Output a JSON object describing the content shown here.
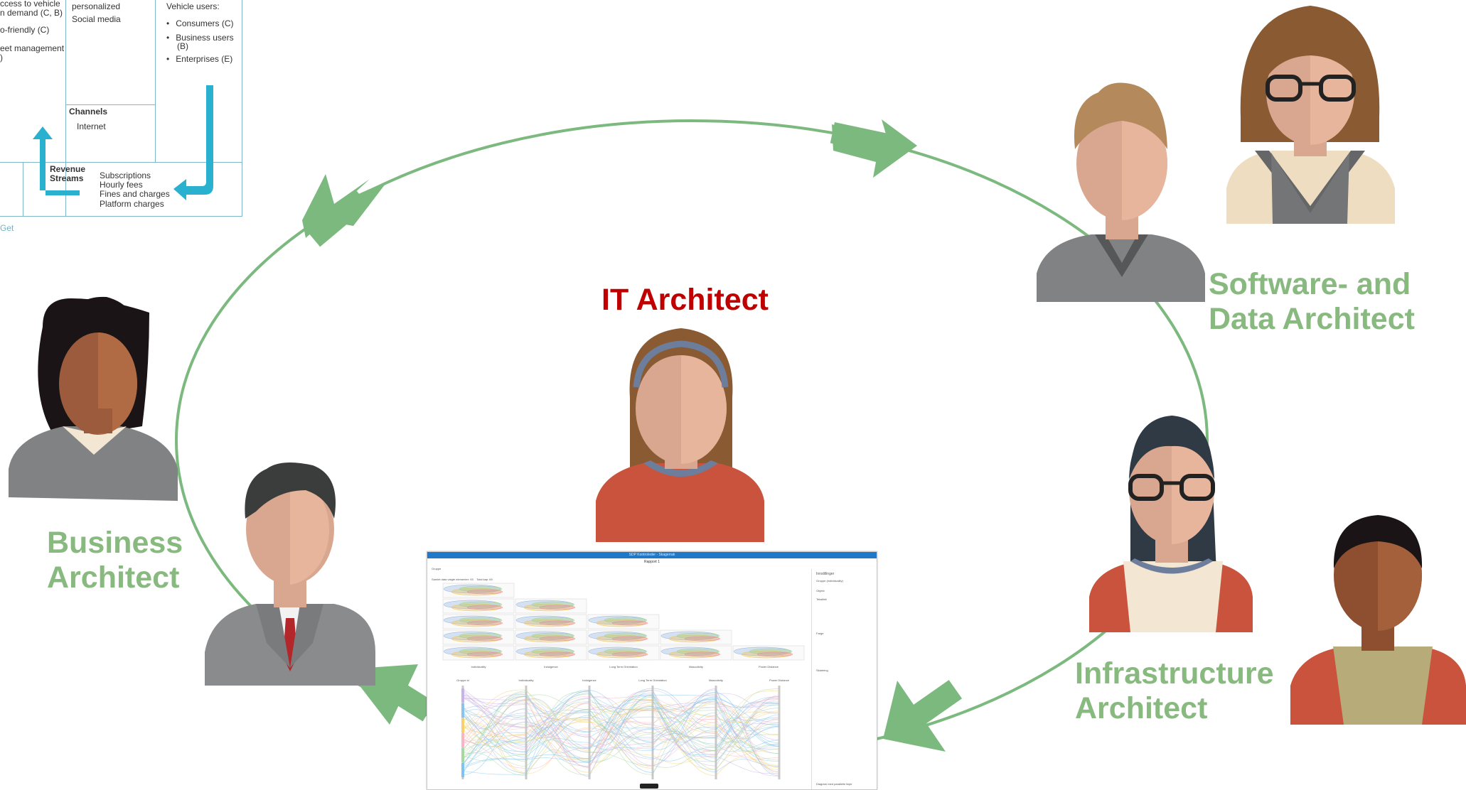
{
  "roles": {
    "it_architect": "IT Architect",
    "business_architect": [
      "Business",
      "Architect"
    ],
    "software_data_architect": [
      "Software- and",
      "Data Architect"
    ],
    "infrastructure_architect": [
      "Infrastructure",
      "Architect"
    ]
  },
  "colors": {
    "cycle_green": "#7cb97f",
    "role_label_green": "#88b97f",
    "it_title_red": "#c00000",
    "canvas_lines": "#7fb7c8",
    "canvas_arrow": "#2ab1cf"
  },
  "business_model_canvas": {
    "col1_lines": [
      "ccess to vehicle",
      "n demand (C, B)",
      "o-friendly (C)",
      "eet management",
      ")"
    ],
    "col2_lines": [
      "personalized",
      "Social media"
    ],
    "customer_segments_title": "Vehicle users:",
    "customer_segments": [
      "Consumers (C)",
      "Business users",
      "(B)",
      "Enterprises (E)"
    ],
    "channels_title": "Channels",
    "channels_item": "Internet",
    "revenue_title": [
      "Revenue",
      "Streams"
    ],
    "revenue_items": [
      "Subscriptions",
      "Hourly fees",
      "Fines and charges",
      "Platform charges"
    ],
    "link_fragment": "Get"
  },
  "dashboard": {
    "window_title": "SDP Kontroleder - Skagerrak",
    "report_title": "Rapport 1",
    "toolbar_left": "Gruppe",
    "toolbar_info": [
      "Samlet data valgte elementer: 93",
      "Total kap: 69"
    ],
    "scatter_columns": [
      "Individuality",
      "Indulgence",
      "Long Term Orientation",
      "Masculinity",
      "Power Distance"
    ],
    "parallel_axes": [
      "Gruppe id",
      "Individuality",
      "Indulgence",
      "Long Term Orientation",
      "Masculinity",
      "Power Distance"
    ],
    "side_panel_heading": "Innstillinger",
    "side_panel_items": [
      "Gruppe (individuality)",
      "Objekt",
      "Tekstfelt",
      "Farge",
      "Skalering",
      "Diagram med parallelle linjer"
    ]
  }
}
